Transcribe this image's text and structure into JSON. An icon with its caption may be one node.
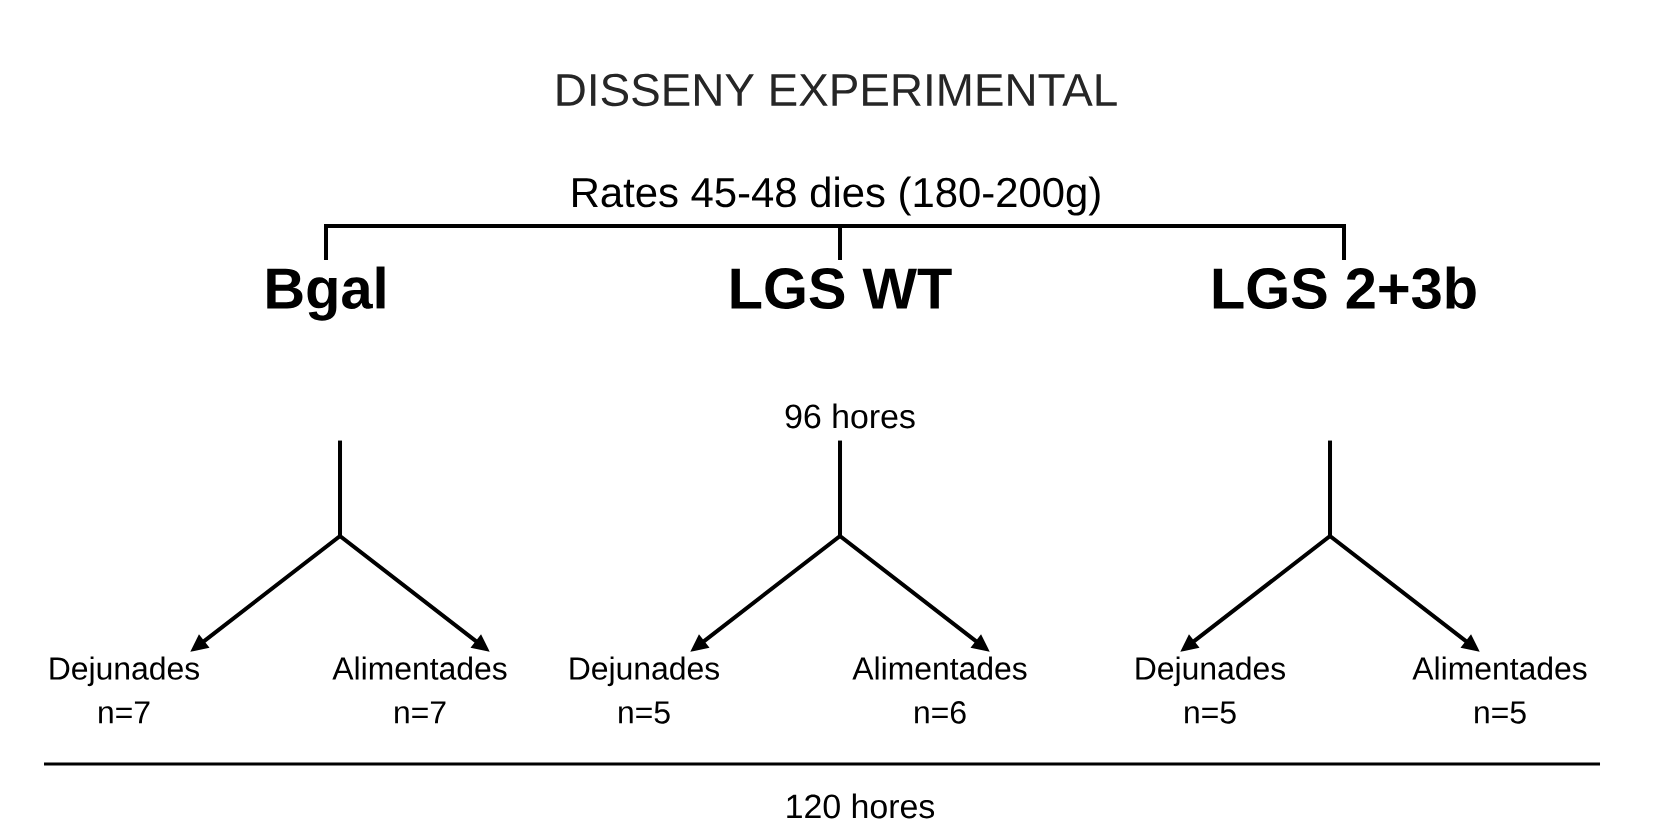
{
  "diagram": {
    "title": "DISSENY EXPERIMENTAL",
    "nodes": [
      {
        "text": [
          "Rates 45-48 dies (180-200g)"
        ]
      },
      {
        "text": [
          "Bgal"
        ]
      },
      {
        "text": [
          "LGS WT"
        ]
      },
      {
        "text": [
          "LGS 2+3b"
        ]
      },
      {
        "text": [
          "Dejunades",
          "n=7"
        ]
      },
      {
        "text": [
          "Alimentades",
          "n=7"
        ]
      },
      {
        "text": [
          "Dejunades",
          "n=5"
        ]
      },
      {
        "text": [
          "Alimentades",
          "n=6"
        ]
      },
      {
        "text": [
          "Dejunades",
          "n=5"
        ]
      },
      {
        "text": [
          "Alimentades",
          "n=5"
        ]
      }
    ],
    "edges": [
      {
        "from": 0,
        "to": 1,
        "arrow": "none"
      },
      {
        "from": 0,
        "to": 2,
        "arrow": "none"
      },
      {
        "from": 0,
        "to": 3,
        "arrow": "none"
      },
      {
        "from": 1,
        "to": 4,
        "arrow": "to"
      },
      {
        "from": 1,
        "to": 5,
        "arrow": "to"
      },
      {
        "from": 2,
        "to": 6,
        "arrow": "to"
      },
      {
        "from": 2,
        "to": 7,
        "arrow": "to"
      },
      {
        "from": 3,
        "to": 8,
        "arrow": "to"
      },
      {
        "from": 3,
        "to": 9,
        "arrow": "to"
      }
    ],
    "labels": [
      "96 hores",
      "120 hores"
    ]
  }
}
